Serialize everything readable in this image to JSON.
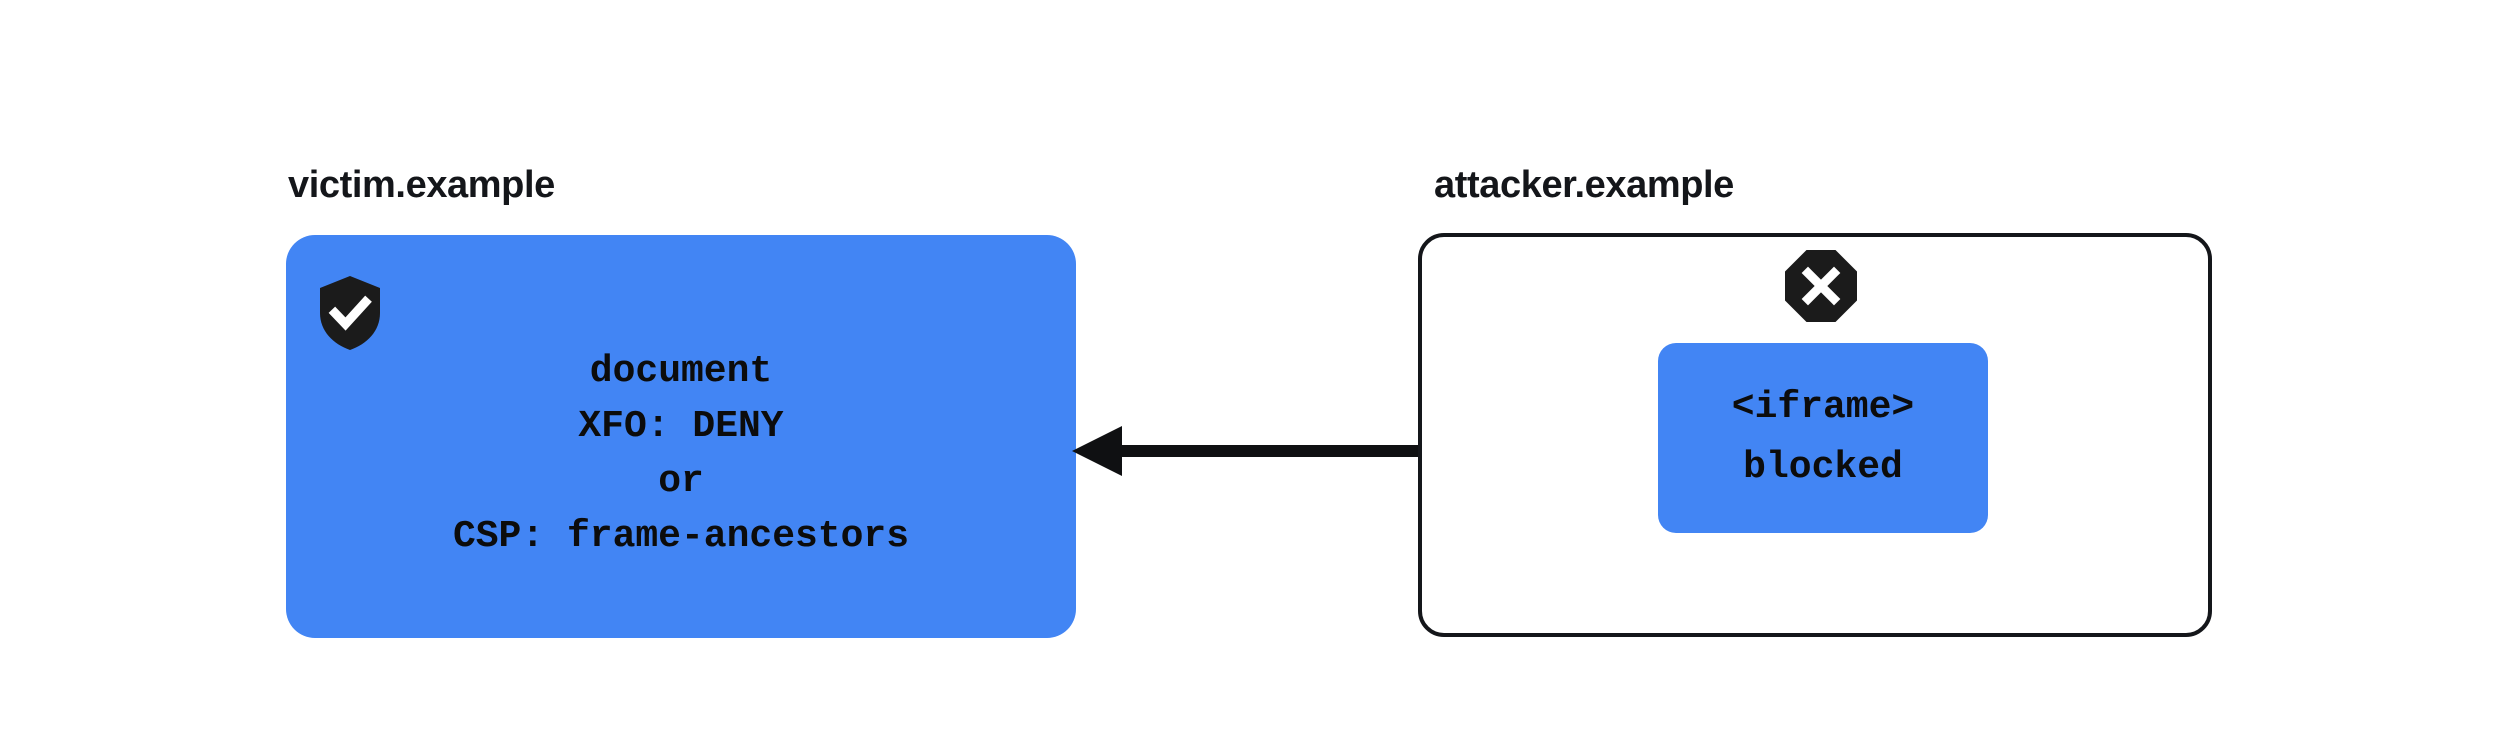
{
  "diagram": {
    "title_victim": "victim.example",
    "title_attacker": "attacker.example",
    "accent_blue": "#4285F4",
    "ink": "#14161a",
    "background": "#ffffff"
  },
  "victim": {
    "label": "victim.example",
    "shield_icon": "shield-check-icon",
    "lines": [
      "document",
      "XFO: DENY",
      "or",
      "CSP: frame-ancestors"
    ]
  },
  "attacker": {
    "label": "attacker.example",
    "blocked_icon": "octagon-x-icon",
    "frame": {
      "lines": [
        "<iframe>",
        "blocked"
      ]
    }
  },
  "connector": {
    "icon": "left-arrow-icon",
    "direction": "right-to-left"
  }
}
